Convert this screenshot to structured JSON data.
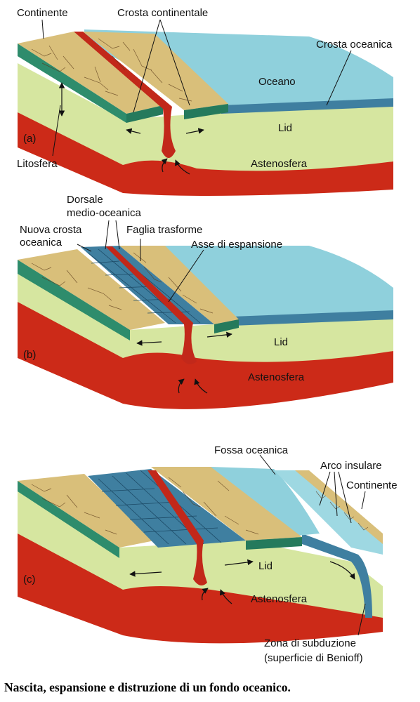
{
  "panels": [
    {
      "tag": "(a)",
      "labels": {
        "continente": "Continente",
        "crosta_continentale": "Crosta continentale",
        "crosta_oceanica": "Crosta oceanica",
        "oceano": "Oceano",
        "lid": "Lid",
        "litosfera": "Litosfera",
        "astenosfera": "Astenosfera"
      }
    },
    {
      "tag": "(b)",
      "labels": {
        "dorsale_1": "Dorsale",
        "dorsale_2": "medio-oceanica",
        "nuova_crosta_1": "Nuova crosta",
        "nuova_crosta_2": "oceanica",
        "faglia": "Faglia trasforme",
        "asse": "Asse di espansione",
        "lid": "Lid",
        "astenosfera": "Astenosfera"
      }
    },
    {
      "tag": "(c)",
      "labels": {
        "fossa": "Fossa oceanica",
        "arco": "Arco insulare",
        "continente": "Continente",
        "lid": "Lid",
        "astenosfera": "Astenosfera",
        "zona_1": "Zona di subduzione",
        "zona_2": "(superficie di Benioff)"
      }
    }
  ],
  "caption": "Nascita, espansione e distruzione di un fondo oceanico.",
  "colors": {
    "continent": "#d9bf7a",
    "crust_green": "#2e8c6c",
    "lid": "#d6e6a0",
    "asthenosphere": "#cc2a18",
    "magma": "#c2281a",
    "ocean": "#8fd0dc",
    "new_crust": "#3f7fa0"
  }
}
